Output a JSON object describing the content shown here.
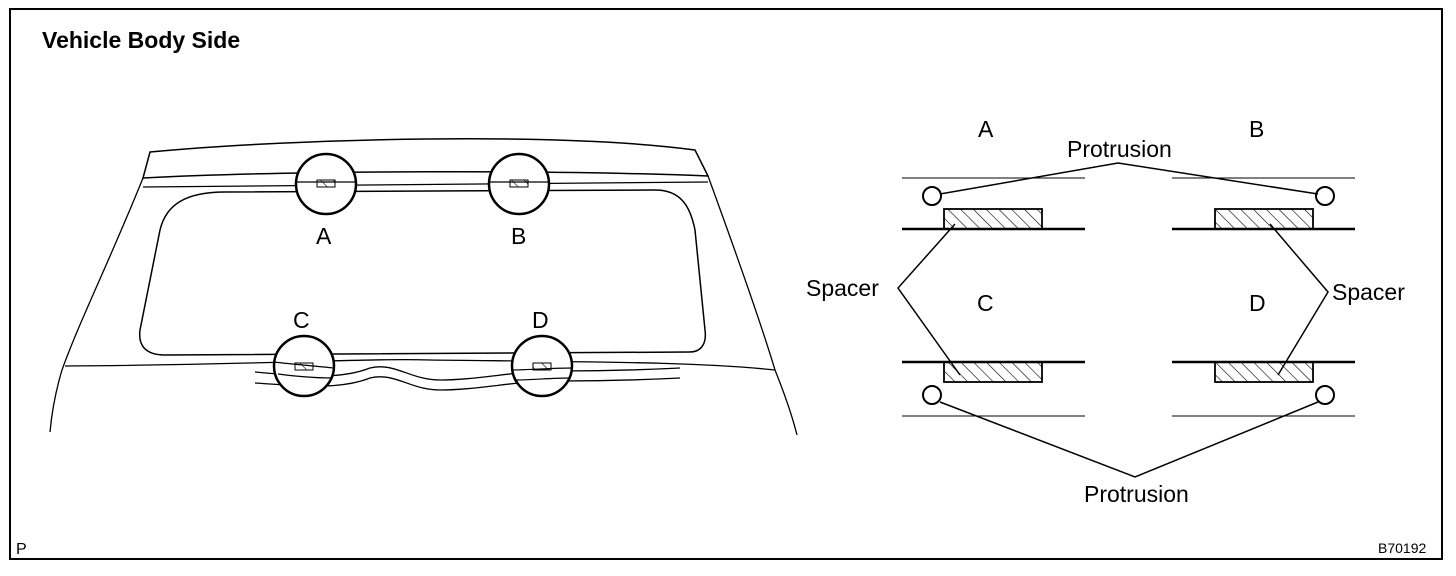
{
  "title": "Vehicle Body Side",
  "vehicle_view": {
    "markers": [
      "A",
      "B",
      "C",
      "D"
    ]
  },
  "detail_view": {
    "positions": [
      "A",
      "B",
      "C",
      "D"
    ],
    "protrusion_label": "Protrusion",
    "spacer_label": "Spacer"
  },
  "footer": {
    "corner_mark": "P",
    "figure_code": "B70192"
  }
}
